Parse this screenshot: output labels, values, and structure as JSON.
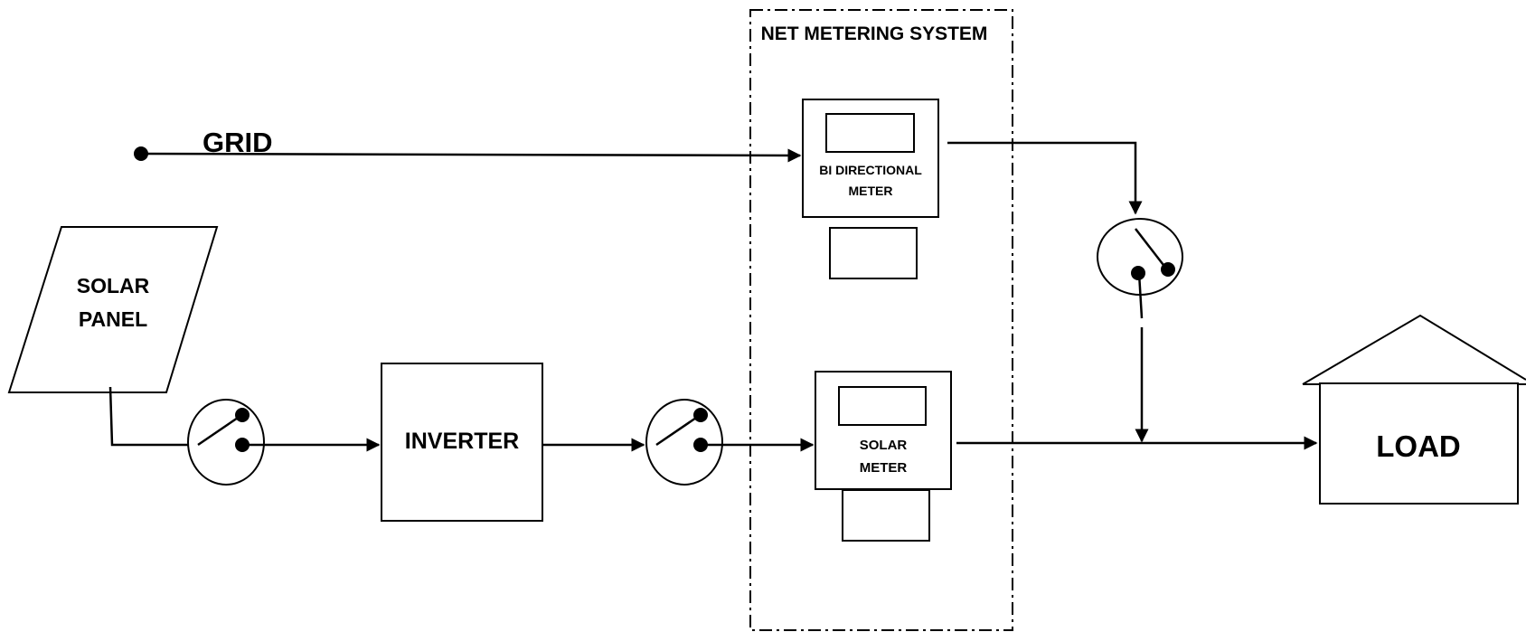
{
  "diagram": {
    "system_label": "NET METERING SYSTEM",
    "grid_label": "GRID",
    "solar_panel": {
      "line1": "SOLAR",
      "line2": "PANEL"
    },
    "inverter_label": "INVERTER",
    "bidirectional_meter": {
      "line1": "BI DIRECTIONAL",
      "line2": "METER"
    },
    "solar_meter": {
      "line1": "SOLAR",
      "line2": "METER"
    },
    "load_label": "LOAD"
  },
  "colors": {
    "stroke": "#000000",
    "background": "#ffffff"
  }
}
